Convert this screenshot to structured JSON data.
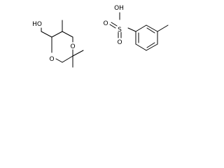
{
  "molecules": [
    {
      "atoms": {
        "o1": "O",
        "o2": "O",
        "oh": "HO"
      }
    },
    {
      "atoms": {
        "oh": "OH",
        "s": "S",
        "o_top": "O",
        "o_bottom": "O"
      }
    }
  ],
  "colors": {
    "bond": "#000000",
    "label": "#000000",
    "background": "#ffffff"
  }
}
